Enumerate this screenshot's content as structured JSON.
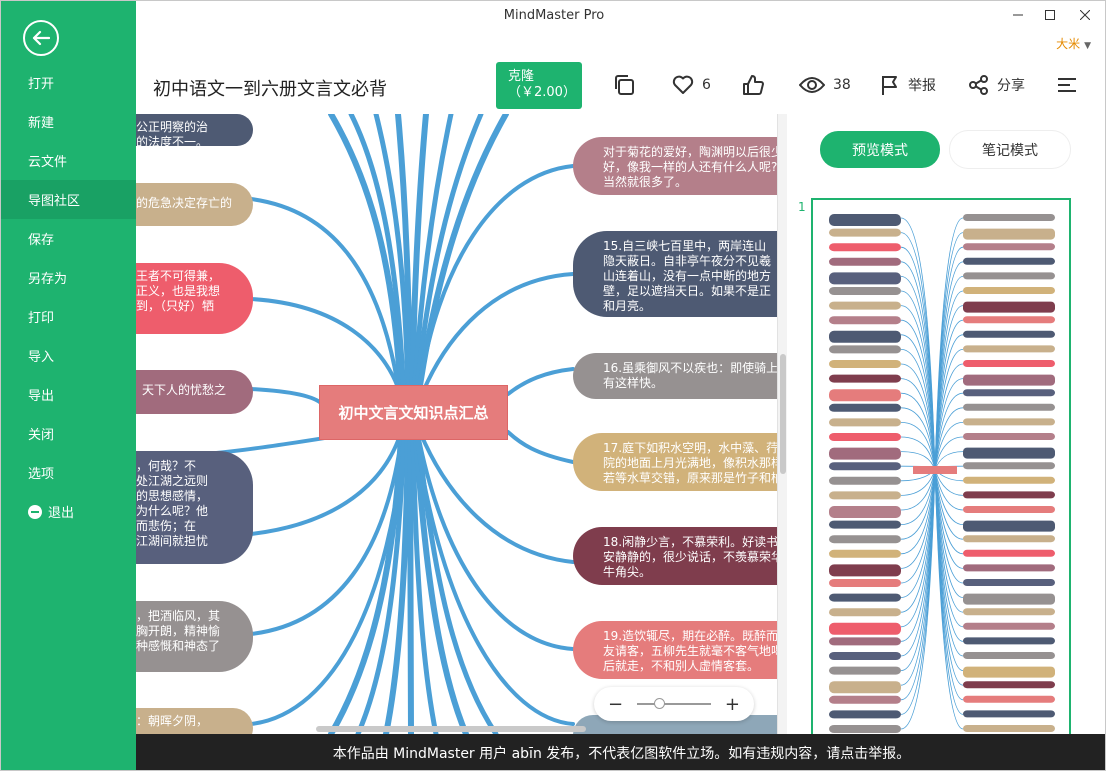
{
  "window": {
    "title": "MindMaster Pro",
    "user": "大米"
  },
  "header": {
    "doc_title": "初中语文一到六册文言文必背",
    "clone_label": "克隆",
    "clone_price": "（￥2.00）",
    "like_count": "6",
    "view_count": "38",
    "report_label": "举报",
    "share_label": "分享"
  },
  "menu": {
    "items": [
      {
        "label": "打开"
      },
      {
        "label": "新建"
      },
      {
        "label": "云文件"
      },
      {
        "label": "导图社区"
      },
      {
        "label": "保存"
      },
      {
        "label": "另存为"
      },
      {
        "label": "打印"
      },
      {
        "label": "导入"
      },
      {
        "label": "导出"
      },
      {
        "label": "关闭"
      },
      {
        "label": "选项"
      },
      {
        "label": "退出"
      }
    ],
    "active_index": 3
  },
  "mindmap": {
    "center": "初中文言文知识点汇总",
    "left_nodes": [
      {
        "text": "公正明察的治\n的法度不一。",
        "color": "#4e5a73"
      },
      {
        "text": "的危急决定存亡的",
        "color": "#c8b08c"
      },
      {
        "text": "王者不可得兼，\n正义，也是我想\n到，（只好）牺",
        "color": "#ee5d6c"
      },
      {
        "text": "天下人的忧愁之",
        "color": "#a16b7d"
      },
      {
        "text": "，何哉？不\n处江湖之远则\n的思想感情，\n为什么呢？他\n而悲伤；在\n江湖间就担忧",
        "color": "#58607d"
      },
      {
        "text": "，把酒临风，其\n胸开朗，精神愉\n种感慨和神态了",
        "color": "#969191"
      },
      {
        "text": "：朝晖夕阴，",
        "color": "#c8b08c"
      }
    ],
    "right_nodes": [
      {
        "text": "对于菊花的爱好，陶渊明以后很少\n好，像我一样的人还有什么人呢?\n当然就很多了。",
        "color": "#b47f8a"
      },
      {
        "text": "15.自三峡七百里中，两岸连山\n隐天蔽日。自非亭午夜分不见羲\n山连着山，没有一点中断的地方\n壁，足以遮挡天日。如果不是正\n和月亮。",
        "color": "#4e5a73"
      },
      {
        "text": "16.虽乘御风不以疾也：即使骑上快\n有这样快。",
        "color": "#969191"
      },
      {
        "text": "17.庭下如积水空明，水中藻、荇\n院的地面上月光满地，像积水那样\n若等水草交错，原来那是竹子和柏",
        "color": "#d1b27a"
      },
      {
        "text": "18.闲静少言，不慕荣利。好读书\n安静静的，很少说话，不羡慕荣华\n牛角尖。",
        "color": "#7f3d4d"
      },
      {
        "text": "19.造饮辄尽，期在必醉。既醉而\n友请客，五柳先生就毫不客气地喝\n后就走，不和别人虚情客套。",
        "color": "#e57c7c"
      }
    ],
    "zoom_level": 0.3
  },
  "side_panel": {
    "preview_label": "预览模式",
    "notes_label": "笔记模式",
    "page_number": "1"
  },
  "footer": {
    "notice": "本作品由 MindMaster 用户 abīn 发布，不代表亿图软件立场。如有违规内容，请点击举报。"
  },
  "colors": {
    "brand": "#1eb36f",
    "branch": "#4b9fd6",
    "footer_bg": "#222222"
  }
}
